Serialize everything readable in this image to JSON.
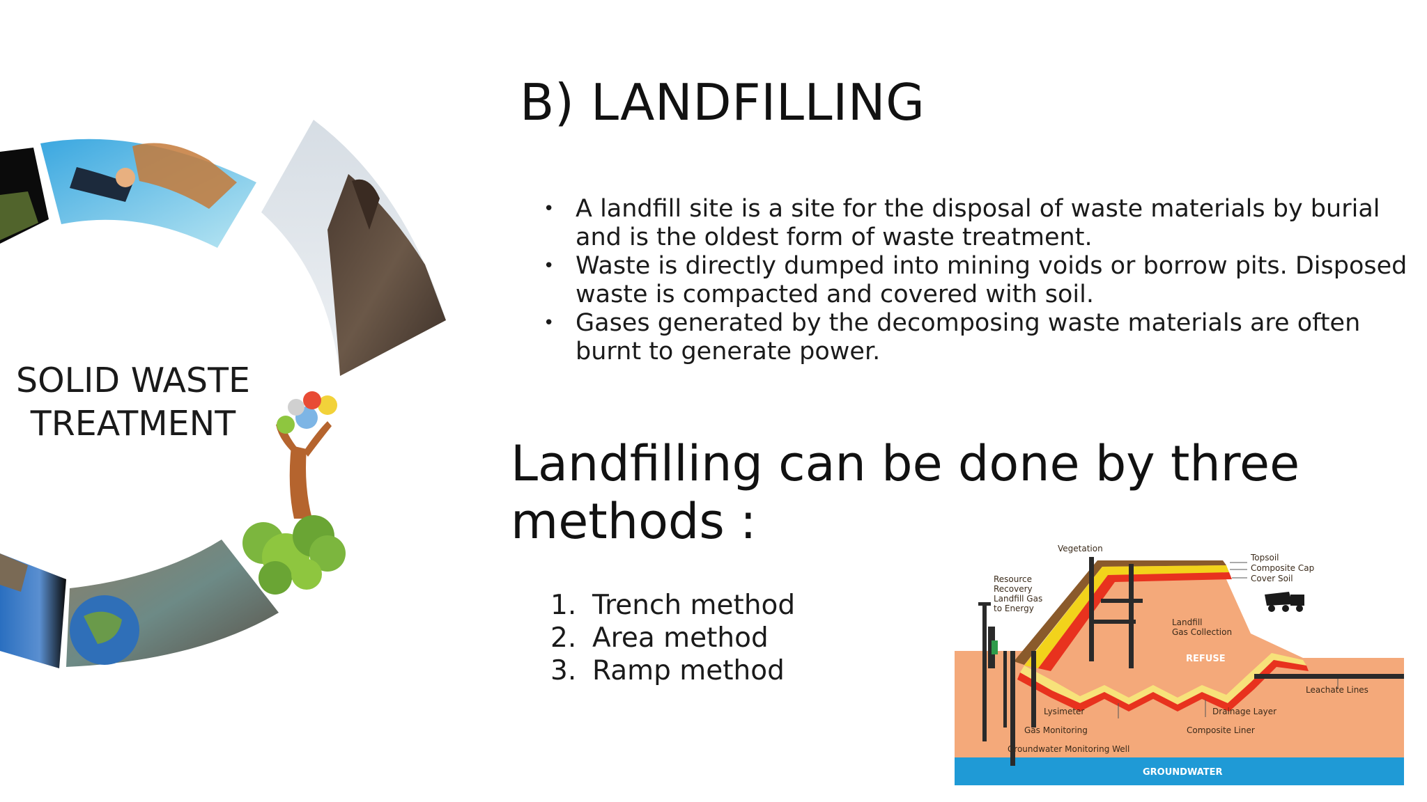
{
  "ring": {
    "title_line1": "SOLID WASTE",
    "title_line2": "TREATMENT"
  },
  "slide": {
    "title": "B) LANDFILLING",
    "bullets": [
      "A landfill site is a site for the disposal of waste materials by burial and is the oldest form of waste treatment.",
      "Waste is directly dumped into mining voids or borrow pits. Disposed waste is compacted and covered with soil.",
      "Gases generated by the decomposing waste materials are often burnt to generate power."
    ],
    "bullet_symbol": "•",
    "methods_heading": "Landfilling can be done by three methods :",
    "methods": [
      {
        "num": "1.",
        "label": "Trench method"
      },
      {
        "num": "2.",
        "label": "Area method"
      },
      {
        "num": "3.",
        "label": "Ramp method"
      }
    ]
  },
  "diagram": {
    "labels": {
      "vegetation": "Vegetation",
      "topsoil": "Topsoil",
      "composite_cap": "Composite Cap",
      "cover_soil": "Cover Soil",
      "resource_recovery_1": "Resource",
      "resource_recovery_2": "Recovery",
      "resource_recovery_3": "Landfill Gas",
      "resource_recovery_4": "to Energy",
      "landfill_gas_1": "Landfill",
      "landfill_gas_2": "Gas Collection",
      "refuse": "REFUSE",
      "leachate_lines": "Leachate Lines",
      "lysimeter": "Lysimeter",
      "drainage_layer": "Drainage Layer",
      "gas_monitoring": "Gas Monitoring",
      "composite_liner": "Composite Liner",
      "groundwater_well": "Groundwater Monitoring Well",
      "groundwater": "GROUNDWATER"
    },
    "colors": {
      "soil": "#f4a97a",
      "groundwater": "#1f9ad6",
      "cap_brown": "#8a5a2b",
      "cap_yellow": "#f2d31b",
      "liner_red": "#e8321e",
      "liner_yellow": "#f7e27a",
      "pipe": "#2a2a2a"
    }
  }
}
